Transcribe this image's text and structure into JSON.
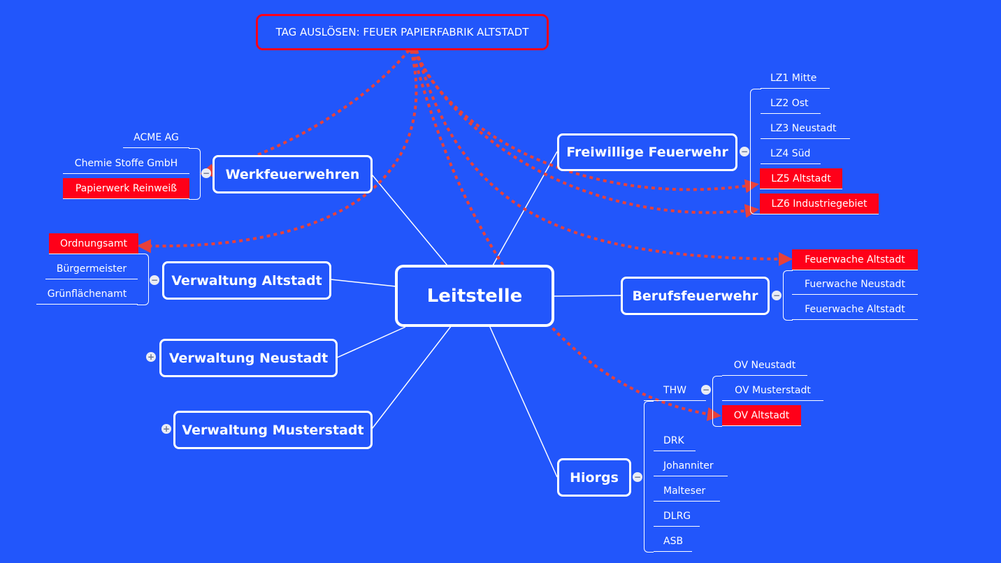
{
  "title_node": "TAG AUSLÖSEN: FEUER PAPIERFABRIK ALTSTADT",
  "root": "Leitstelle",
  "accent_color": "#ff0019",
  "link_color": "#e8413a",
  "branches": {
    "werk": {
      "label": "Werkfeuerwehren",
      "children": [
        "ACME AG",
        "Chemie Stoffe GmbH",
        "Papierwerk Reinweiß"
      ]
    },
    "va": {
      "label": "Verwaltung Altstadt",
      "children": [
        "Ordnungsamt",
        "Bürgermeister",
        "Grünflächenamt"
      ]
    },
    "vn": {
      "label": "Verwaltung Neustadt"
    },
    "vm": {
      "label": "Verwaltung Musterstadt"
    },
    "ff": {
      "label": "Freiwillige Feuerwehr",
      "children": [
        "LZ1 Mitte",
        "LZ2 Ost",
        "LZ3 Neustadt",
        "LZ4 Süd",
        "LZ5 Altstadt",
        "LZ6 Industriegebiet"
      ]
    },
    "bf": {
      "label": "Berufsfeuerwehr",
      "children": [
        "Feuerwache Altstadt",
        "Fuerwache Neustadt",
        "Feuerwache Altstadt"
      ]
    },
    "hi": {
      "label": "Hiorgs",
      "children": [
        "THW",
        "DRK",
        "Johanniter",
        "Malteser",
        "DLRG",
        "ASB"
      ],
      "thw_children": [
        "OV Neustadt",
        "OV Musterstadt",
        "OV Altstadt"
      ]
    }
  },
  "toggles": {
    "collapse": "−",
    "expand": "+"
  }
}
